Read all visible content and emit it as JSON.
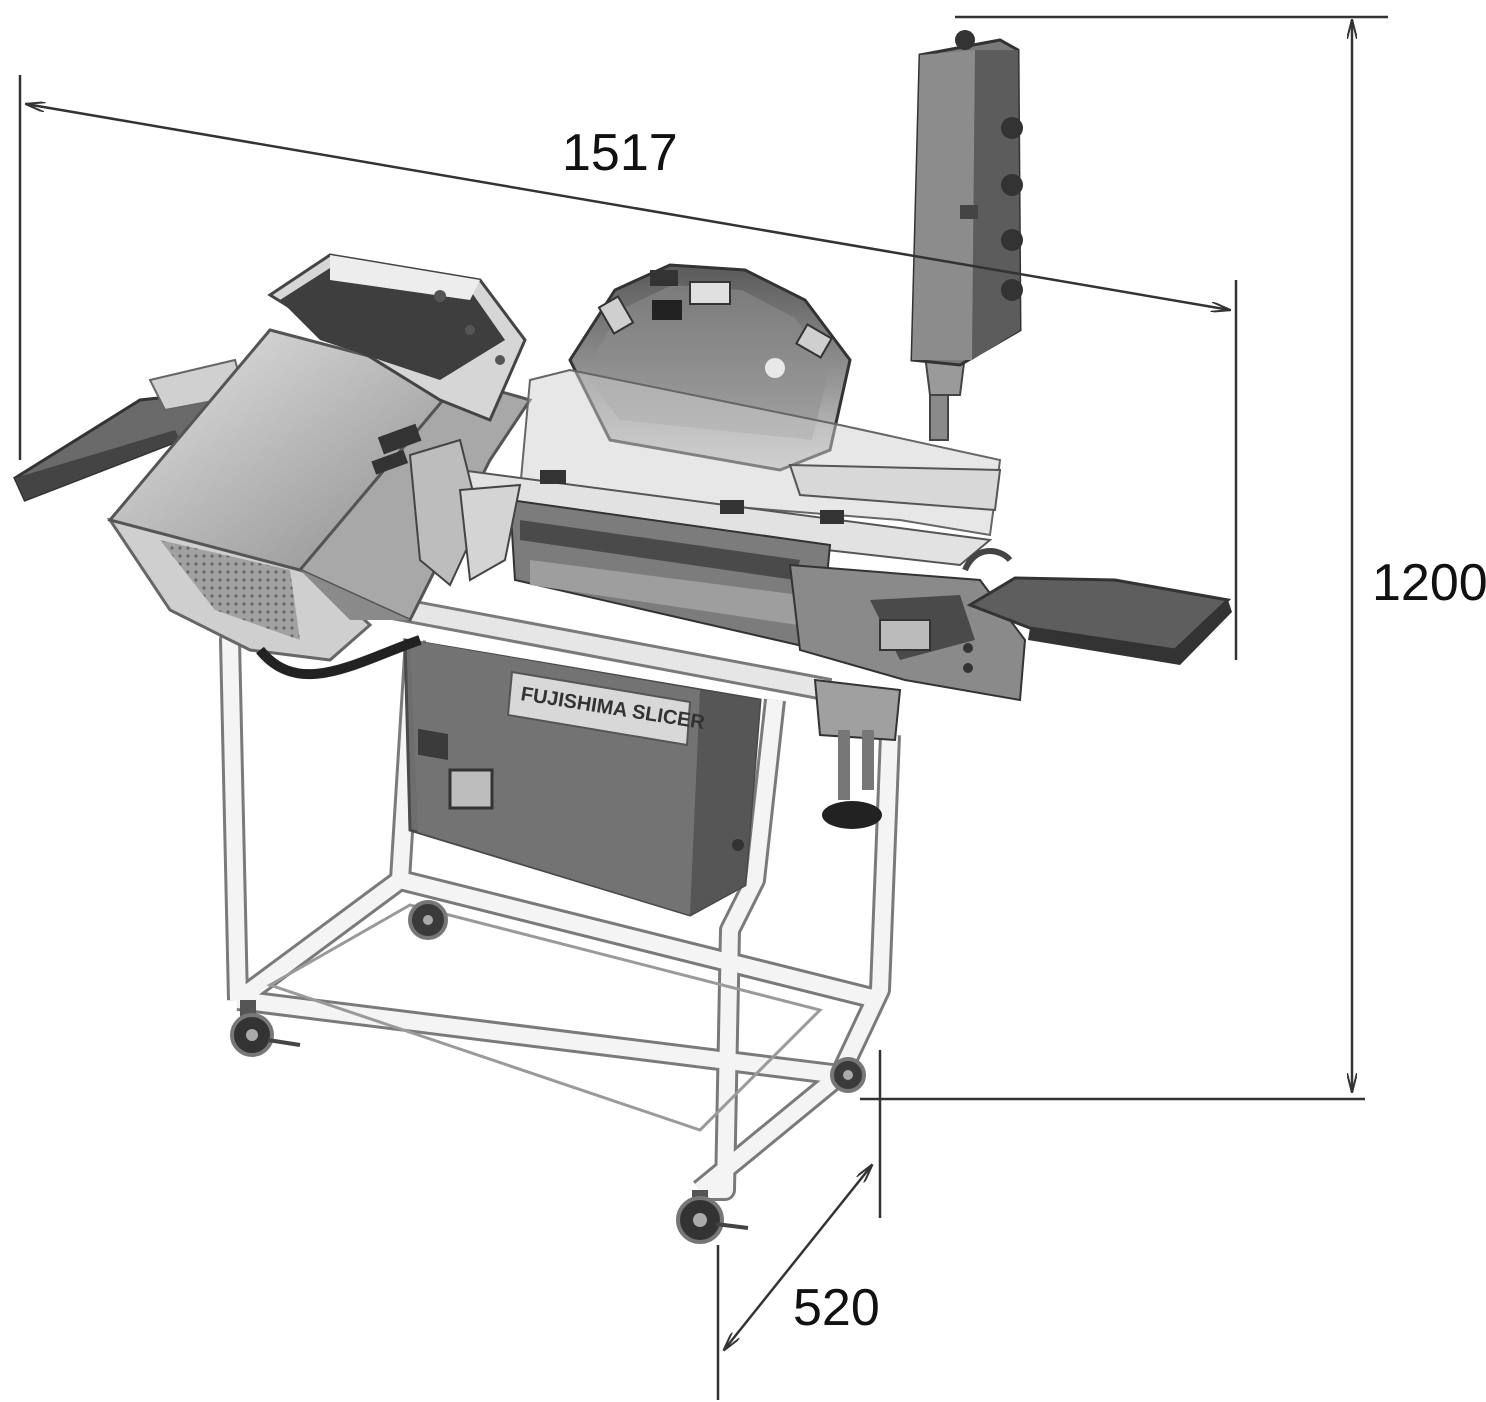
{
  "dimensions": {
    "length": "1517",
    "height": "1200",
    "depth": "520"
  },
  "product": {
    "brand_label": "FUJISHIMA SLICER"
  },
  "colors": {
    "line": "#333333",
    "frame_white": "#f4f4f4",
    "frame_edge": "#7a7a7a",
    "steel": "#bdbdbd",
    "steel_dark": "#8a8a8a",
    "steel_light": "#dedede",
    "cabinet": "#6e6e6e",
    "cabinet_dark": "#4a4a4a",
    "black": "#222222"
  }
}
